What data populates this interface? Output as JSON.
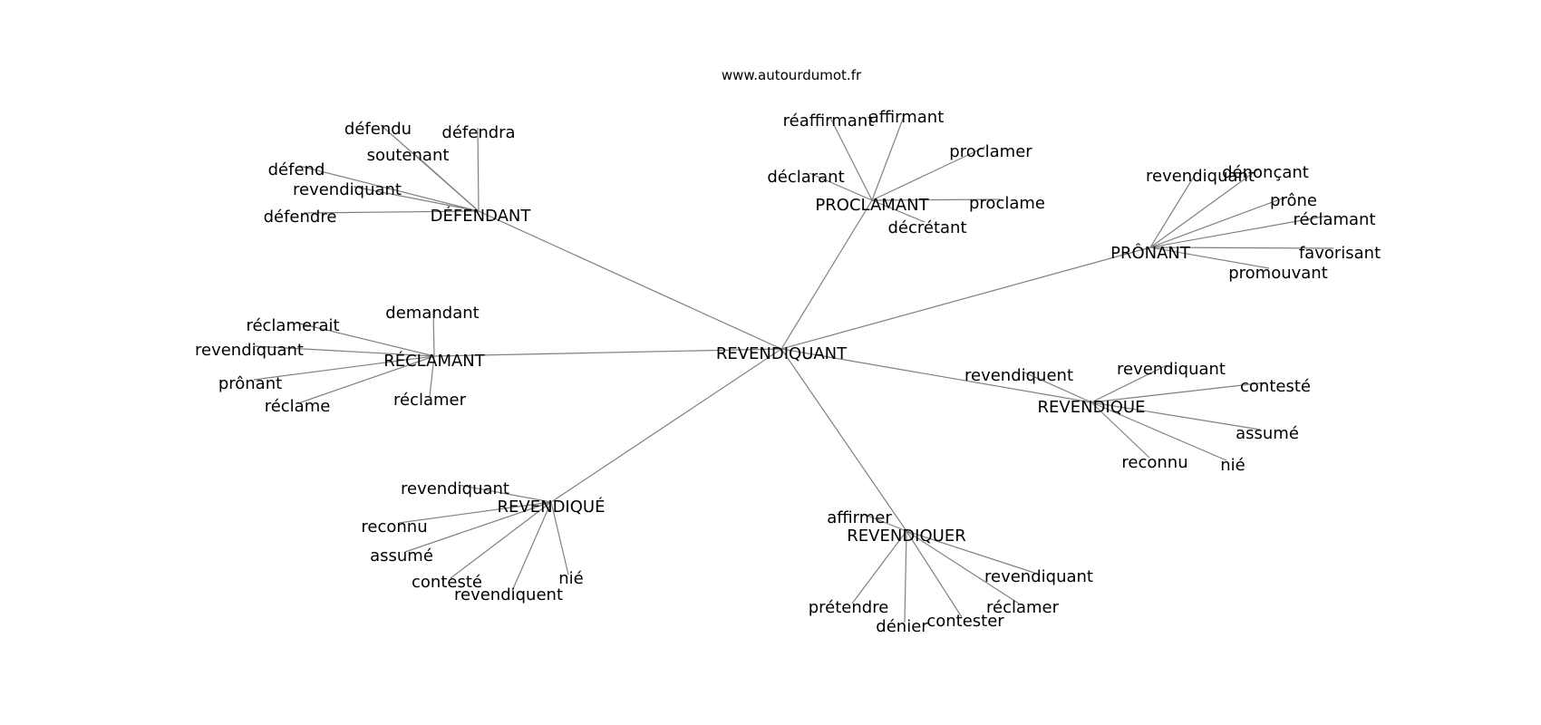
{
  "watermark": "www.autourdumot.fr",
  "center": "REVENDIQUANT",
  "clusters": [
    {
      "id": "defendant",
      "label": "DÉFENDANT",
      "leaves": [
        "défendu",
        "défendra",
        "soutenant",
        "défend",
        "revendiquant",
        "défendre"
      ]
    },
    {
      "id": "proclamant",
      "label": "PROCLAMANT",
      "leaves": [
        "réaffirmant",
        "affirmant",
        "proclamer",
        "déclarant",
        "proclame",
        "décrétant"
      ]
    },
    {
      "id": "pronant",
      "label": "PRÔNANT",
      "leaves": [
        "revendiquant",
        "dénonçant",
        "prône",
        "réclamant",
        "favorisant",
        "promouvant"
      ]
    },
    {
      "id": "reclamant",
      "label": "RÉCLAMANT",
      "leaves": [
        "demandant",
        "réclamerait",
        "revendiquant",
        "prônant",
        "réclame",
        "réclamer"
      ]
    },
    {
      "id": "revendique",
      "label": "REVENDIQUE",
      "leaves": [
        "revendiquent",
        "revendiquant",
        "contesté",
        "assumé",
        "reconnu",
        "nié"
      ]
    },
    {
      "id": "revendiquee",
      "label": "REVENDIQUÉ",
      "leaves": [
        "revendiquant",
        "reconnu",
        "assumé",
        "contesté",
        "revendiquent",
        "nié"
      ]
    },
    {
      "id": "revendiquer",
      "label": "REVENDIQUER",
      "leaves": [
        "affirmer",
        "revendiquant",
        "prétendre",
        "dénier",
        "contester",
        "réclamer"
      ]
    }
  ]
}
